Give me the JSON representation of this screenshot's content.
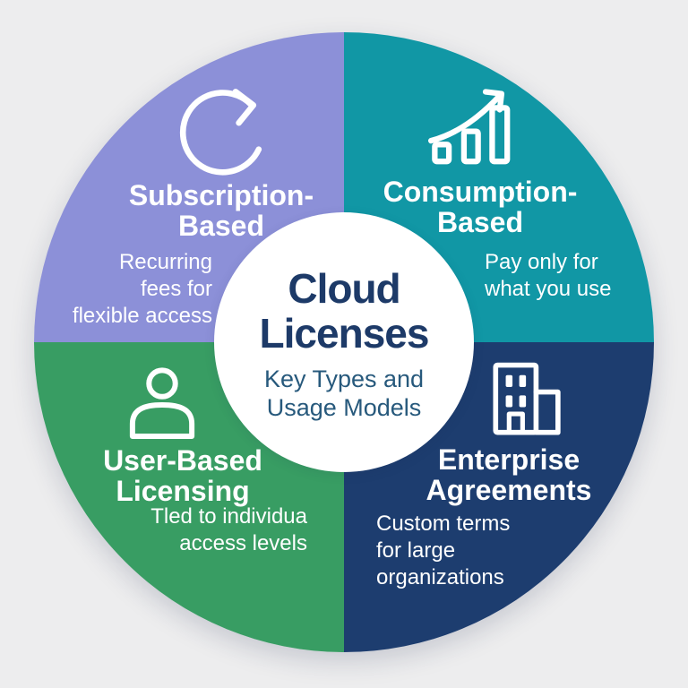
{
  "background_color": "#EDEDEE",
  "text_color": "#FFFFFF",
  "icon_color": "#FFFFFF",
  "center": {
    "title": "Cloud\nLicenses",
    "subtitle": "Key Types and\nUsage Models",
    "title_color": "#1D3A68",
    "subtitle_color": "#27597C",
    "circle_color": "#FFFFFF"
  },
  "segments": [
    {
      "icon": "refresh-cycle-icon",
      "color": "#8C90D8",
      "title": "Subscription-\nBased",
      "description": "Recurring\nfees for\nflexible access"
    },
    {
      "icon": "growth-chart-icon",
      "color": "#1197A5",
      "title": "Consumption-\nBased",
      "description": "Pay only for\nwhat you use"
    },
    {
      "icon": "person-icon",
      "color": "#389D63",
      "title": "User-Based\nLicensing",
      "description": "Tled to individua\naccess levels"
    },
    {
      "icon": "building-icon",
      "color": "#1D3D6F",
      "title": "Enterprise\nAgreements",
      "description": "Custom terms\nfor large\norganizations"
    }
  ]
}
